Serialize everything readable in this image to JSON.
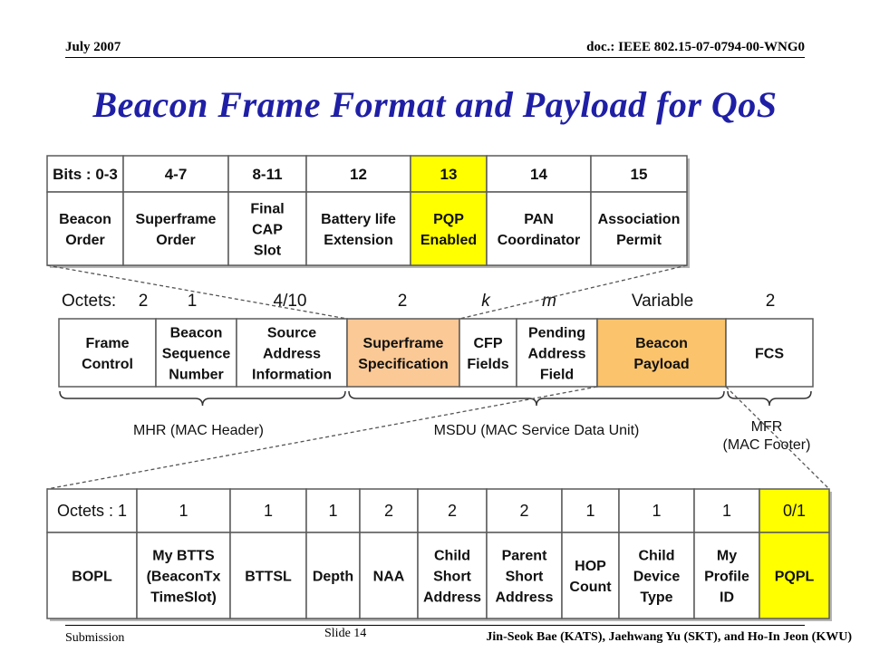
{
  "header": {
    "date": "July 2007",
    "doc": "doc.: IEEE 802.15-07-0794-00-WNG0"
  },
  "title": "Beacon Frame Format and Payload for QoS",
  "footer": {
    "left": "Submission",
    "slide": "Slide 14",
    "right": "Jin-Seok Bae (KATS), Jaehwang Yu (SKT), and Ho-In Jeon (KWU)"
  },
  "colors": {
    "title": "#1f1fa6",
    "highlight_yellow": "#ffff00",
    "highlight_peach": "#fbc995",
    "highlight_orange": "#fbc36b",
    "cell_border": "#5a5a5a"
  },
  "superframe_spec": {
    "bits": [
      "Bits : 0-3",
      "4-7",
      "8-11",
      "12",
      "13",
      "14",
      "15"
    ],
    "fields": [
      [
        "Beacon",
        "Order"
      ],
      [
        "Superframe",
        "Order"
      ],
      [
        "Final",
        "CAP",
        "Slot"
      ],
      [
        "Battery life",
        "Extension"
      ],
      [
        "PQP",
        "Enabled"
      ],
      [
        "PAN",
        "Coordinator"
      ],
      [
        "Association",
        "Permit"
      ]
    ],
    "highlighted_index": 4
  },
  "beacon_frame": {
    "octets_label": "Octets:",
    "octets": [
      "2",
      "1",
      "4/10",
      "2",
      "k",
      "m",
      "Variable",
      "2"
    ],
    "fields": [
      [
        "Frame",
        "Control"
      ],
      [
        "Beacon",
        "Sequence",
        "Number"
      ],
      [
        "Source",
        "Address",
        "Information"
      ],
      [
        "Superframe",
        "Specification"
      ],
      [
        "CFP",
        "Fields"
      ],
      [
        "Pending",
        "Address",
        "Field"
      ],
      [
        "Beacon",
        "Payload"
      ],
      [
        "FCS"
      ]
    ],
    "groups": [
      {
        "label": [
          "MHR (MAC Header)"
        ]
      },
      {
        "label": [
          "MSDU (MAC Service Data Unit)"
        ]
      },
      {
        "label": [
          "MFR",
          "(MAC Footer)"
        ]
      }
    ]
  },
  "beacon_payload": {
    "octets": [
      "Octets : 1",
      "1",
      "1",
      "1",
      "2",
      "2",
      "2",
      "1",
      "1",
      "1",
      "0/1"
    ],
    "fields": [
      [
        "BOPL"
      ],
      [
        "My BTTS",
        "(BeaconTx",
        "TimeSlot)"
      ],
      [
        "BTTSL"
      ],
      [
        "Depth"
      ],
      [
        "NAA"
      ],
      [
        "Child",
        "Short",
        "Address"
      ],
      [
        "Parent",
        "Short",
        "Address"
      ],
      [
        "HOP",
        "Count"
      ],
      [
        "Child",
        "Device",
        "Type"
      ],
      [
        "My",
        "Profile",
        "ID"
      ],
      [
        "PQPL"
      ]
    ],
    "highlighted_index": 10
  }
}
